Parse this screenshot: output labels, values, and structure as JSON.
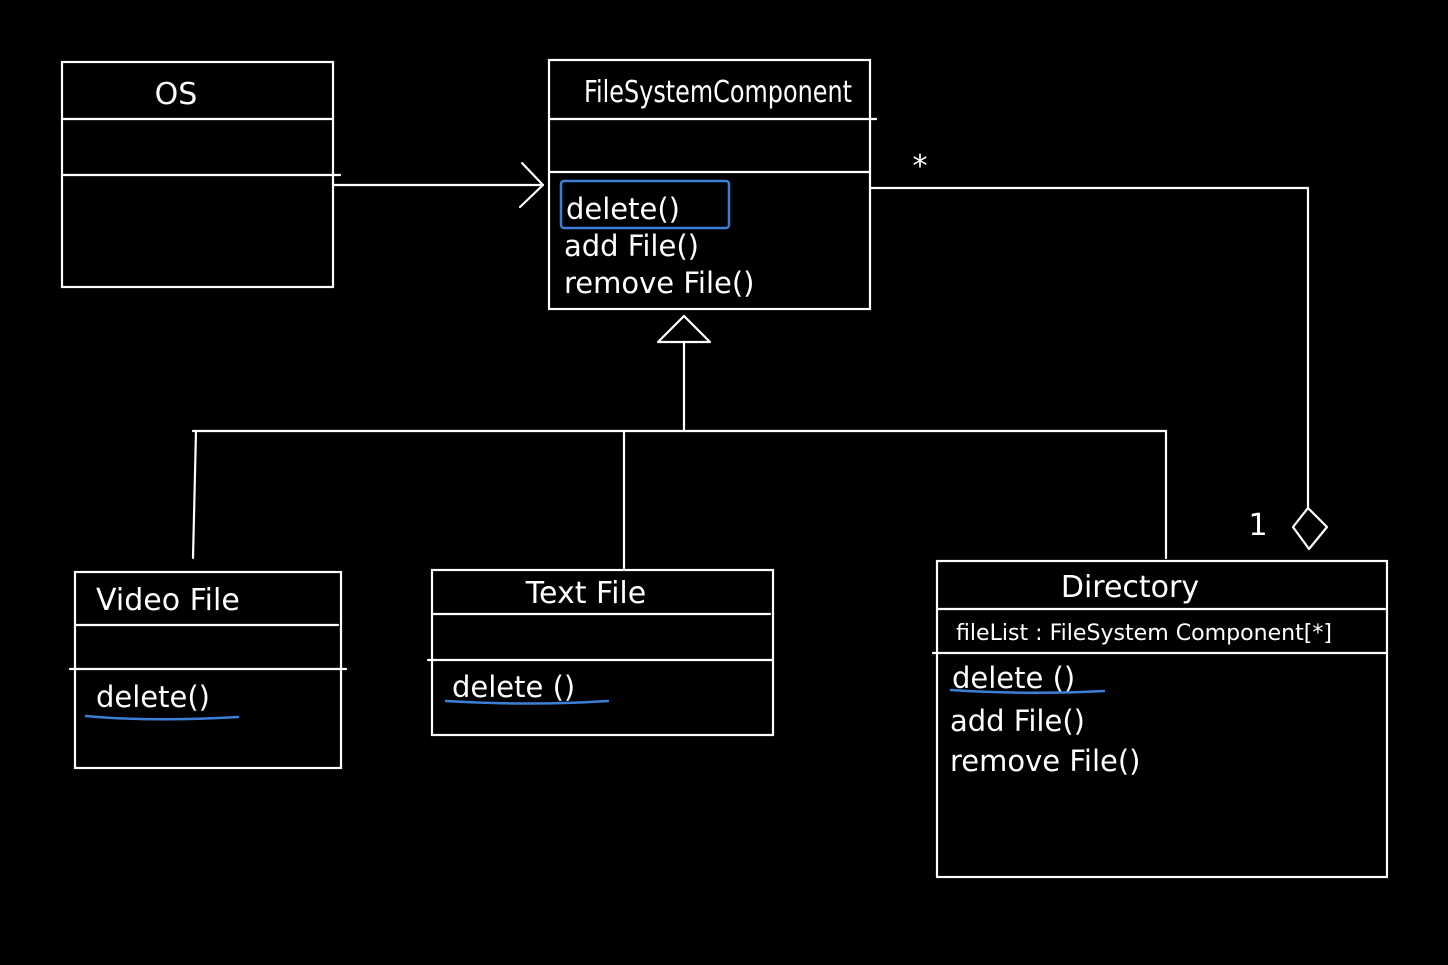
{
  "colors": {
    "background": "#000000",
    "ink": "#ffffff",
    "highlight": "#3d7fd6"
  },
  "classes": {
    "os": {
      "name": "OS"
    },
    "fsc": {
      "name": "FileSystemComponent",
      "methods": [
        "delete()",
        "add File()",
        "remove File()"
      ]
    },
    "video": {
      "name": "Video File",
      "methods": [
        "delete()"
      ]
    },
    "text": {
      "name": "Text File",
      "methods": [
        "delete ()"
      ]
    },
    "dir": {
      "name": "Directory",
      "attributes": [
        "fileList : FileSystem Component[*]"
      ],
      "methods": [
        "delete ()",
        "add File()",
        "remove File()"
      ]
    }
  },
  "multiplicities": {
    "many": "*",
    "one": "1"
  }
}
